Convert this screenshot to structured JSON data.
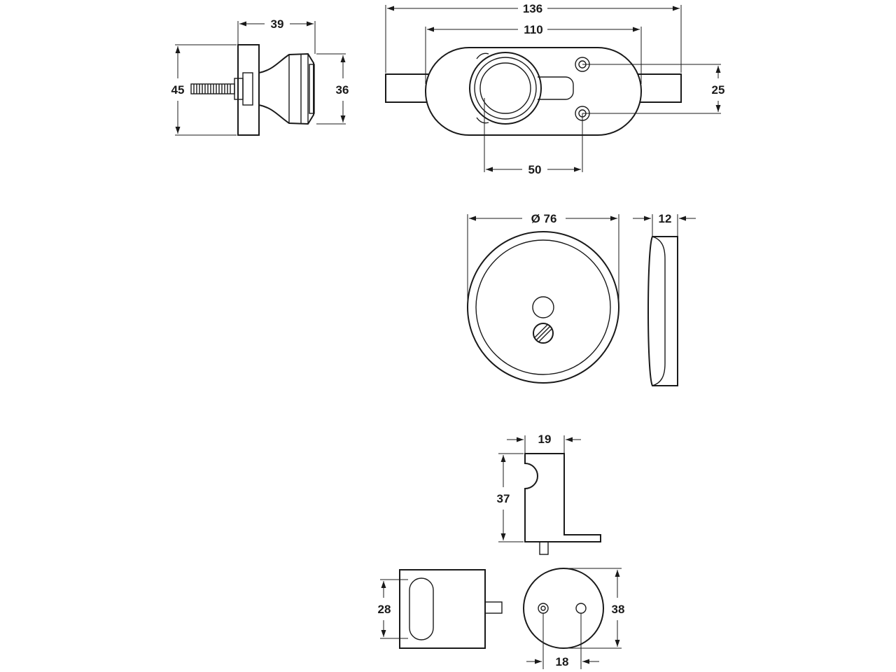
{
  "dimensions": {
    "knob_depth": "39",
    "knob_rose_height": "45",
    "knob_face_height": "36",
    "plate_overall": "136",
    "plate_body": "110",
    "plate_hole_pitch": "25",
    "spindle_to_hole": "50",
    "indicator_diameter": "Ø 76",
    "indicator_thickness": "12",
    "keep_width": "19",
    "keep_height": "37",
    "block_height": "28",
    "rose_diameter": "38",
    "rose_hole_pitch": "18"
  },
  "colors": {
    "line": "#1a1a1a",
    "background": "#ffffff"
  }
}
